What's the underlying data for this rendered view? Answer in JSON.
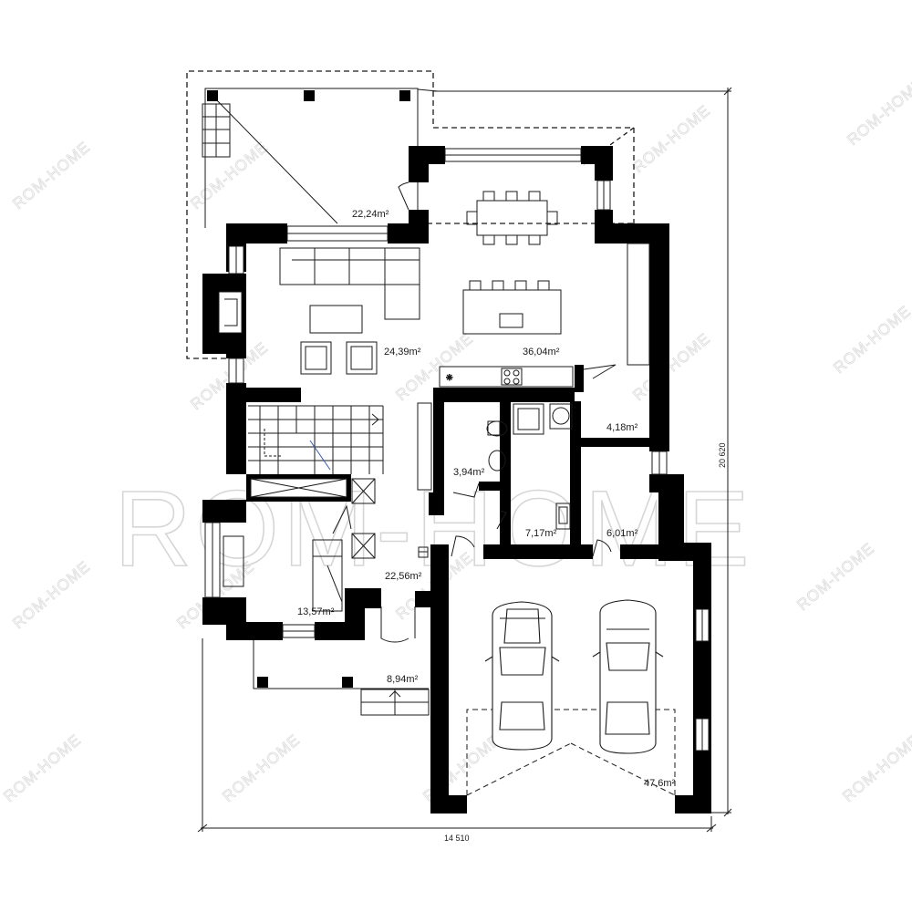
{
  "watermark": {
    "brand": "ROM-HOME"
  },
  "rooms": [
    {
      "id": "terrace",
      "area": "22,24m²"
    },
    {
      "id": "living",
      "area": "24,39m²"
    },
    {
      "id": "kitchen-dining",
      "area": "36,04m²"
    },
    {
      "id": "storage",
      "area": "4,18m²"
    },
    {
      "id": "bathroom",
      "area": "3,94m²"
    },
    {
      "id": "utility",
      "area": "7,17m²"
    },
    {
      "id": "boiler",
      "area": "6,01m²"
    },
    {
      "id": "hall",
      "area": "22,56m²"
    },
    {
      "id": "bedroom",
      "area": "13,57m²"
    },
    {
      "id": "porch",
      "area": "8,94m²"
    },
    {
      "id": "garage",
      "area": "47,6m²"
    }
  ],
  "dimensions": {
    "width": "14 510",
    "height": "20 620"
  },
  "colors": {
    "wall": "#000000",
    "line": "#1a1a1a",
    "watermark": "#d6d6d6"
  }
}
